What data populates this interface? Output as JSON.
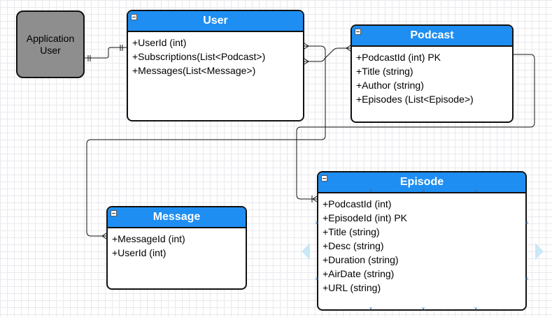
{
  "actor": {
    "label": "Application User"
  },
  "entities": {
    "user": {
      "title": "User",
      "fields": [
        "+UserId (int)",
        "+Subscriptions(List<Podcast>)",
        "+Messages(List<Message>)"
      ]
    },
    "podcast": {
      "title": "Podcast",
      "fields": [
        "+PodcastId (int) PK",
        "+Title (string)",
        "+Author (string)",
        "+Episodes (List<Episode>)"
      ]
    },
    "message": {
      "title": "Message",
      "fields": [
        "+MessageId (int)",
        "+UserId (int)"
      ]
    },
    "episode": {
      "title": "Episode",
      "fields": [
        "+PodcastId (int)",
        "+EpisodeId (int) PK",
        "+Title (string)",
        "+Desc (string)",
        "+Duration (string)",
        "+AirDate (string)",
        "+URL (string)"
      ]
    }
  },
  "colors": {
    "header": "#1e8ef2",
    "actor_fill": "#8e8e8e",
    "selection_arrow": "#c9e8f8",
    "connector": "#111111"
  },
  "icons": [
    "collapse-icon",
    "selection-arrow-left",
    "selection-arrow-right"
  ]
}
